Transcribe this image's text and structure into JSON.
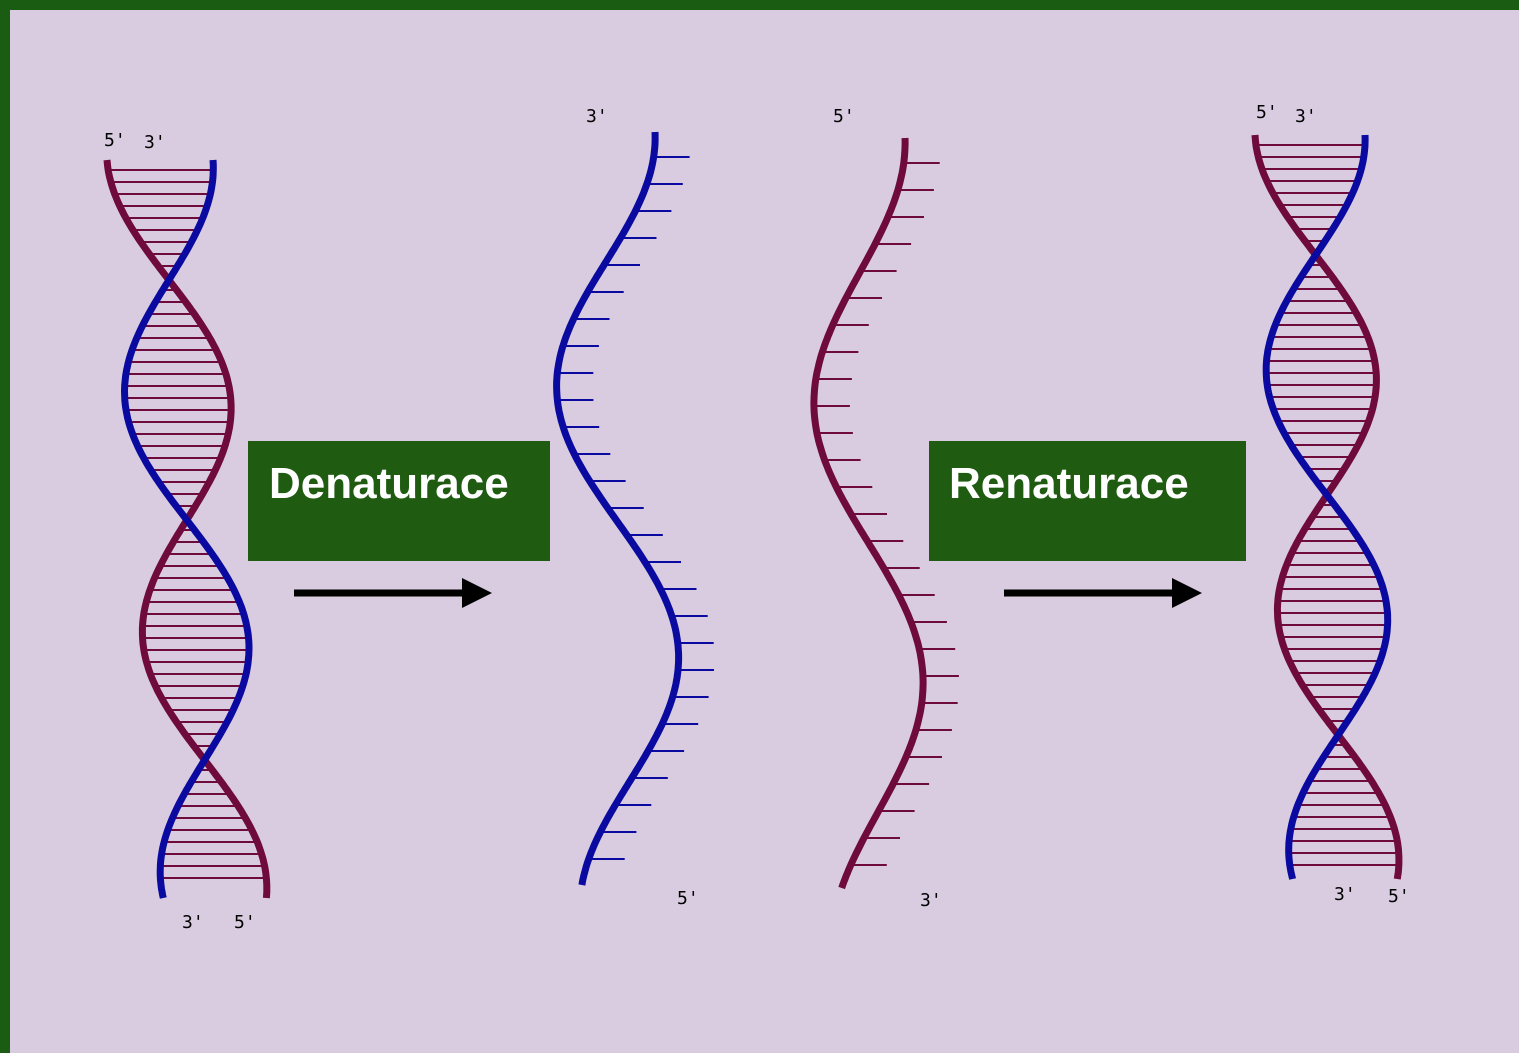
{
  "colors": {
    "background": "#d9cce0",
    "border": "#1a5c12",
    "label_box": "#1f5c12",
    "label_text": "#ffffff",
    "strand_blue": "#0a0aa0",
    "strand_maroon": "#6e0a3c",
    "arrow": "#000000"
  },
  "steps": {
    "denaturation": "Denaturace",
    "renaturation": "Renaturace"
  },
  "ends": {
    "helix1_top_left": "5'",
    "helix1_top_right": "3'",
    "helix1_bottom_left": "3'",
    "helix1_bottom_right": "5'",
    "strand_blue_top": "3'",
    "strand_blue_bottom": "5'",
    "strand_maroon_top": "5'",
    "strand_maroon_bottom": "3'",
    "helix2_top_left": "5'",
    "helix2_top_right": "3'",
    "helix2_bottom_left": "3'",
    "helix2_bottom_right": "5'"
  },
  "icons": [
    "dna-double-helix",
    "dna-single-strand",
    "arrow-right"
  ]
}
